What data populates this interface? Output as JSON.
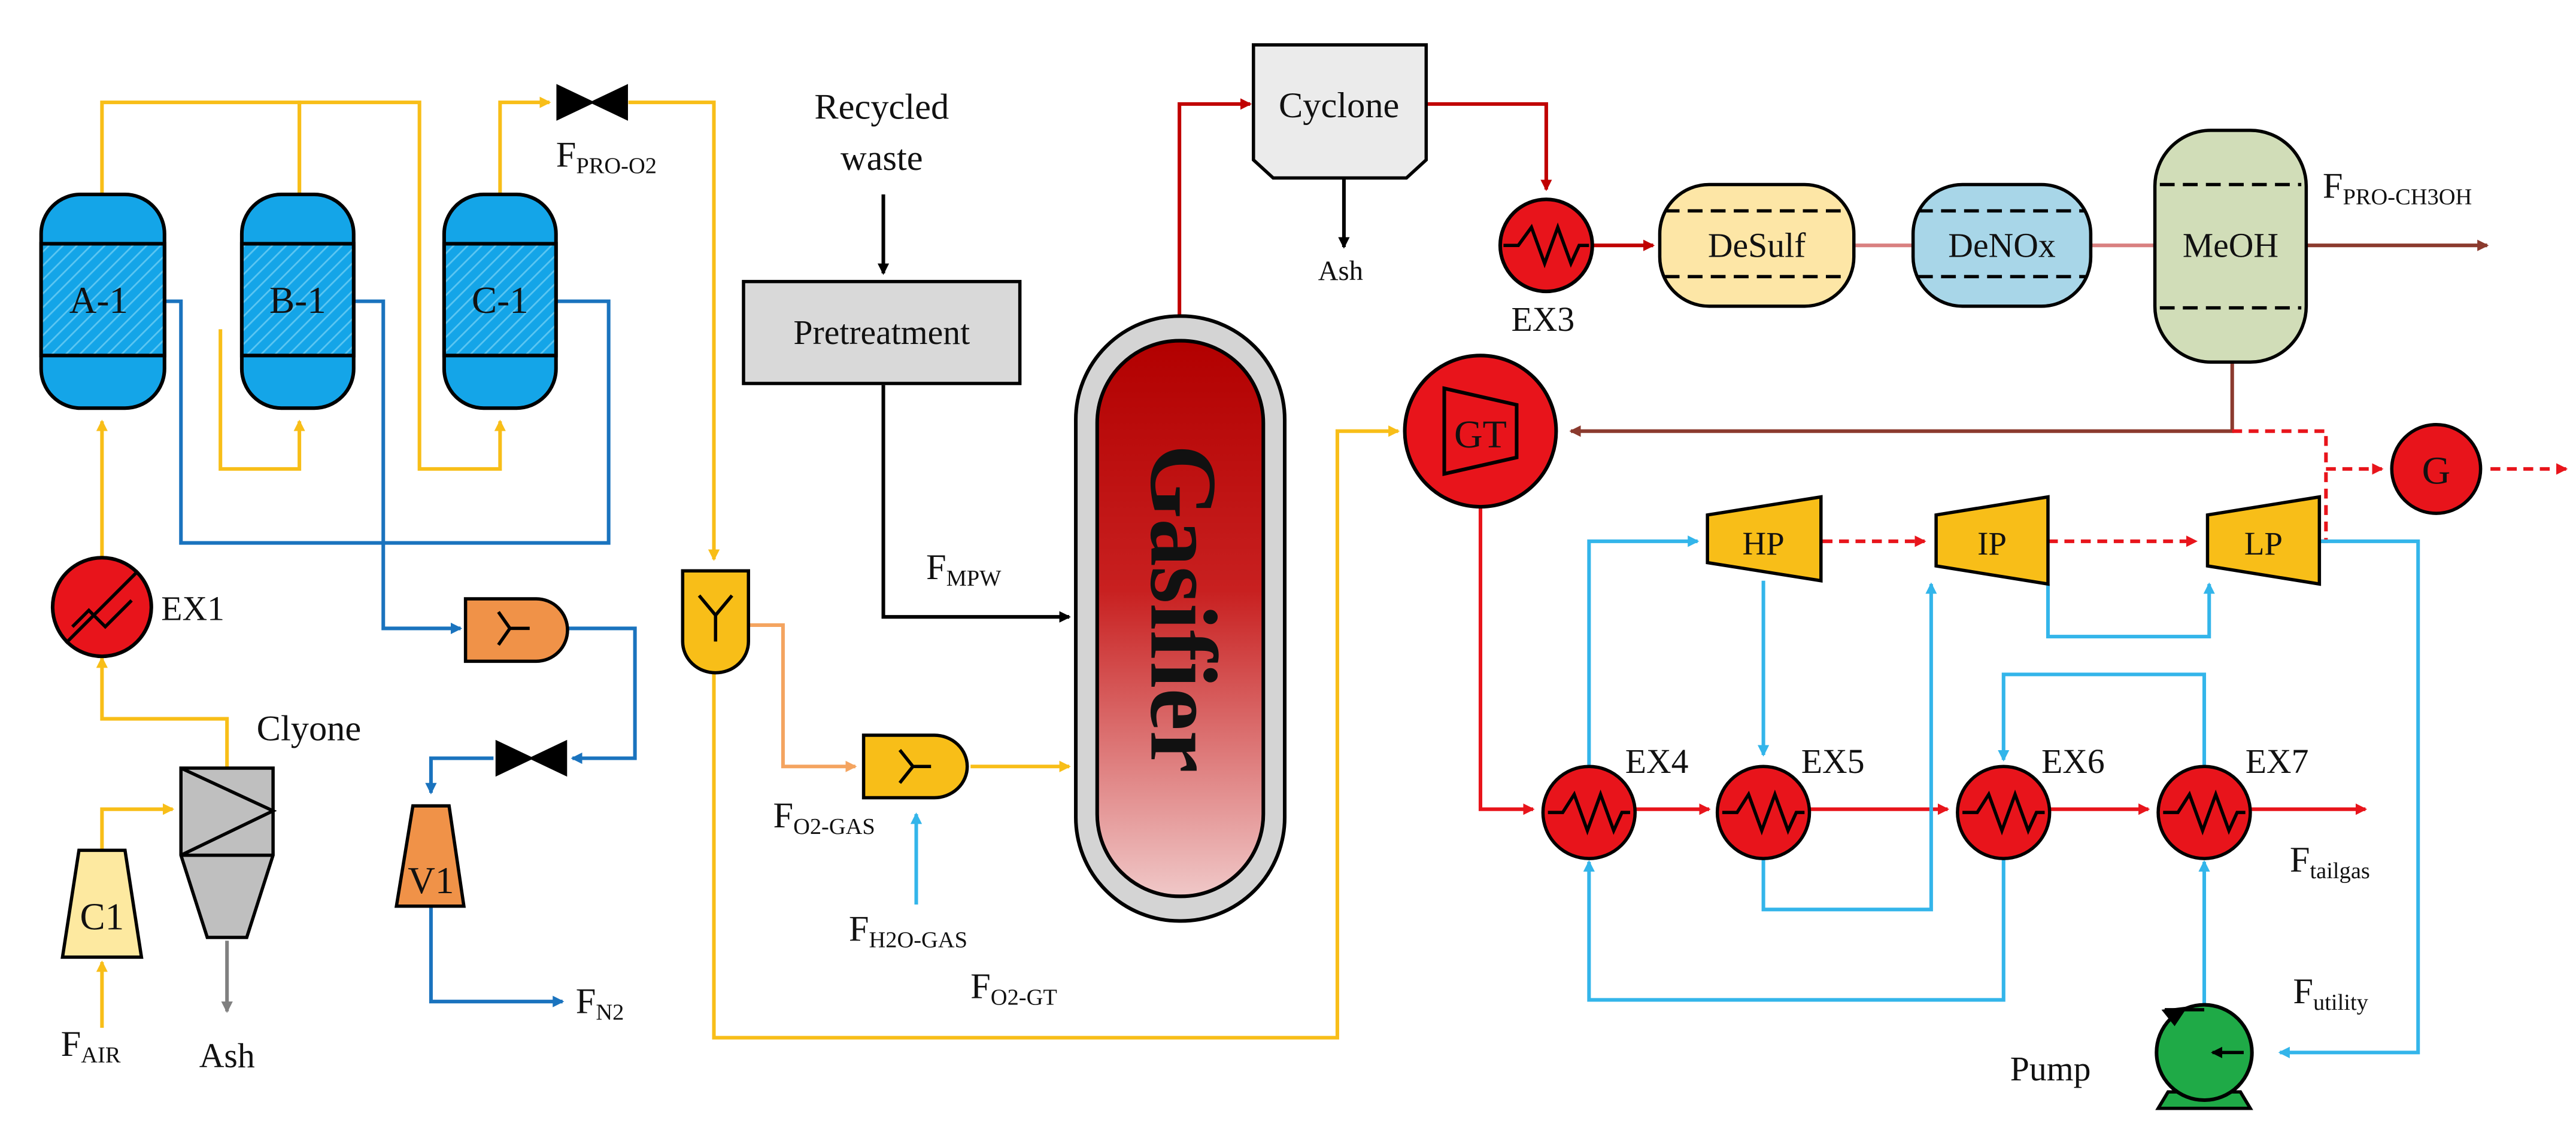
{
  "colors": {
    "yellow": "#F8BE18",
    "blue_line": "#1A73BE",
    "cyan_line": "#33B5EA",
    "red_line": "#E8141B",
    "dark_red": "#C00000",
    "brown": "#8B3A2E",
    "vessel_blue": "#14A5E8",
    "orange": "#F09248",
    "green": "#1FAA47",
    "grey": "#BFBFBF"
  },
  "labels": {
    "recycled": "Recycled",
    "waste": "waste",
    "pretreatment": "Pretreatment",
    "gasifier": "Gasifier",
    "cyclone": "Cyclone",
    "ash_top": "Ash",
    "ex3": "EX3",
    "desulf": "DeSulf",
    "denox": "DeNOx",
    "meoh": "MeOH",
    "gt": "GT",
    "g": "G",
    "hp": "HP",
    "ip": "IP",
    "lp": "LP",
    "ex4": "EX4",
    "ex5": "EX5",
    "ex6": "EX6",
    "ex7": "EX7",
    "pump": "Pump",
    "a1": "A-1",
    "b1": "B-1",
    "c1_col": "C-1",
    "ex1": "EX1",
    "clyone": "Clyone",
    "c1": "C1",
    "ash_bottom": "Ash",
    "v1": "V1"
  },
  "streams": {
    "f_pro_o2": {
      "main": "F",
      "sub": "PRO-O2"
    },
    "f_mpw": {
      "main": "F",
      "sub": "MPW"
    },
    "f_o2_gas": {
      "main": "F",
      "sub": "O2-GAS"
    },
    "f_h2o_gas": {
      "main": "F",
      "sub": "H2O-GAS"
    },
    "f_o2_gt": {
      "main": "F",
      "sub": "O2-GT"
    },
    "f_pro_ch3oh": {
      "main": "F",
      "sub": "PRO-CH3OH"
    },
    "f_tailgas": {
      "main": "F",
      "sub": "tailgas"
    },
    "f_utility": {
      "main": "F",
      "sub": "utility"
    },
    "f_air": {
      "main": "F",
      "sub": "AIR"
    },
    "f_n2": {
      "main": "F",
      "sub": "N2"
    }
  }
}
